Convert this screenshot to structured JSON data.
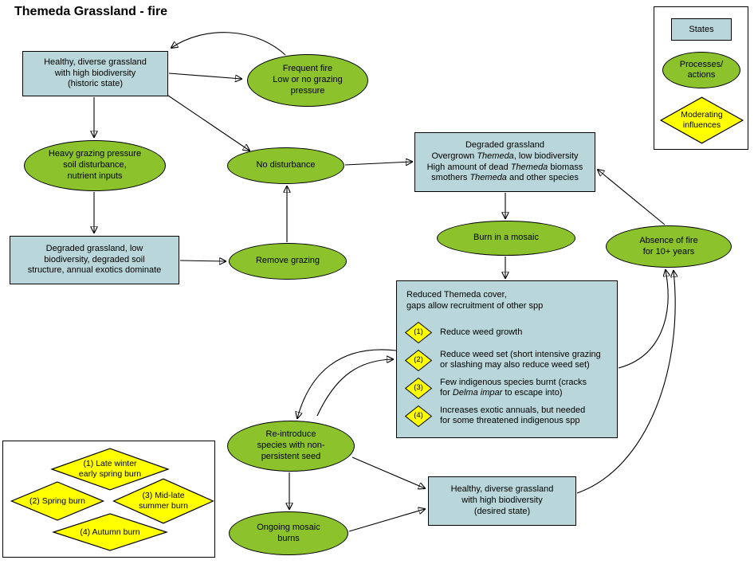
{
  "title": "Themeda Grassland - fire",
  "colors": {
    "state-fill": "#b9d7db",
    "process-fill": "#8cc32c",
    "moderator-fill": "#ffff00",
    "stroke": "#000000",
    "background": "#ffffff"
  },
  "legend": {
    "states_label": "States",
    "processes_label": "Processes/\nactions",
    "moderating_label": "Moderating\ninfluences"
  },
  "nodes": {
    "healthy_historic": {
      "text": "Healthy, diverse grassland\nwith high biodiversity\n(historic state)"
    },
    "frequent_fire": {
      "text": "Frequent fire\nLow or no grazing\npressure"
    },
    "heavy_grazing": {
      "text": "Heavy grazing pressure\nsoil disturbance,\nnutrient inputs"
    },
    "no_disturbance": {
      "text": "No disturbance"
    },
    "degraded_overgrown": {
      "lines": [
        "Degraded grassland",
        [
          {
            "t": "Overgrown "
          },
          {
            "t": "Themeda",
            "i": true
          },
          {
            "t": ", low biodiversity"
          }
        ],
        [
          {
            "t": "High amount of dead "
          },
          {
            "t": "Themeda",
            "i": true
          },
          {
            "t": " biomass"
          }
        ],
        [
          {
            "t": "smothers "
          },
          {
            "t": "Themeda",
            "i": true
          },
          {
            "t": " and other species"
          }
        ]
      ]
    },
    "degraded_lowbio": {
      "text": "Degraded grassland, low\nbiodiversity, degraded soil\nstructure, annual exotics dominate"
    },
    "remove_grazing": {
      "text": "Remove grazing"
    },
    "burn_mosaic": {
      "text": "Burn in a mosaic"
    },
    "absence_fire": {
      "text": "Absence of fire\nfor 10+ years"
    },
    "reduced": {
      "title": "Reduced Themeda cover,\ngaps allow recruitment of other spp",
      "items": [
        {
          "num": "(1)",
          "lines": [
            "Reduce weed growth"
          ]
        },
        {
          "num": "(2)",
          "lines": [
            "Reduce weed set (short intensive grazing",
            "or slashing may also reduce weed set)"
          ]
        },
        {
          "num": "(3)",
          "lines": [
            "Few indigenous species burnt (cracks",
            [
              {
                "t": "for "
              },
              {
                "t": "Delma impar",
                "i": true
              },
              {
                "t": " to escape into)"
              }
            ]
          ]
        },
        {
          "num": "(4)",
          "lines": [
            "Increases exotic annuals, but needed",
            "for some threatened indigenous spp"
          ]
        }
      ]
    },
    "reintroduce": {
      "text": "Re-introduce\nspecies with non-\npersistent seed"
    },
    "desired": {
      "text": "Healthy, diverse grassland\nwith high biodiversity\n(desired state)"
    },
    "ongoing_burns": {
      "text": "Ongoing mosaic\nburns"
    }
  },
  "burn_types": [
    {
      "label": "(1) Late winter\nearly spring burn"
    },
    {
      "label": "(2) Spring burn"
    },
    {
      "label": "(3) Mid-late\nsummer burn"
    },
    {
      "label": "(4) Autumn burn"
    }
  ]
}
